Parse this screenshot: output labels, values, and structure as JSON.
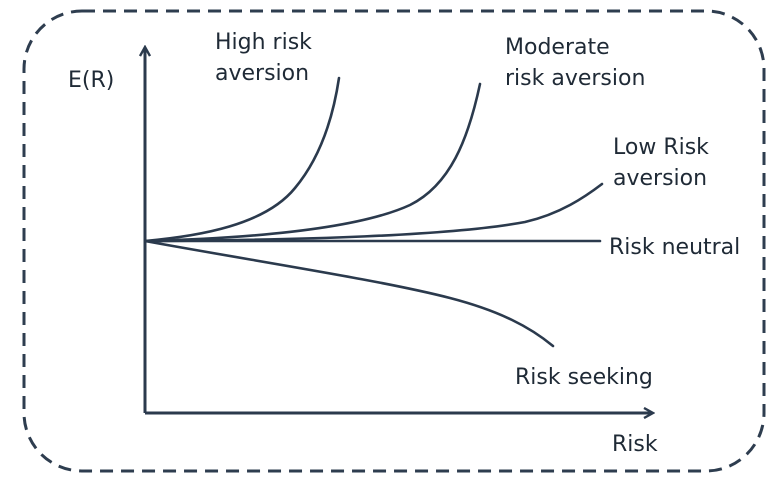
{
  "labels": {
    "y_axis": "E(R)",
    "x_axis": "Risk",
    "high_risk_aversion": [
      "High risk",
      "aversion"
    ],
    "moderate_risk_aversion": [
      "Moderate",
      "risk aversion"
    ],
    "low_risk_aversion": [
      "Low Risk",
      "aversion"
    ],
    "risk_neutral": "Risk neutral",
    "risk_seeking": "Risk seeking"
  },
  "colors": {
    "line": "#2b3a4d",
    "frame": "#2e3d4f",
    "text": "#1f2a36"
  }
}
